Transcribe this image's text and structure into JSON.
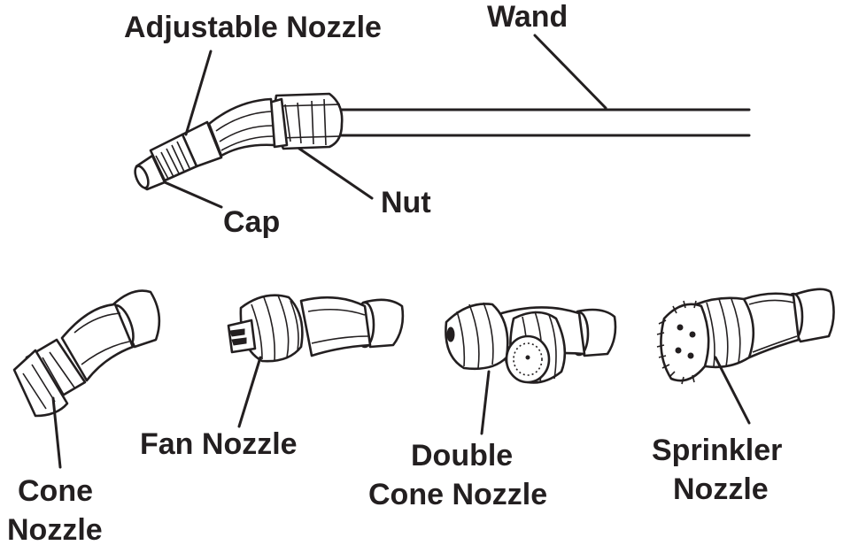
{
  "labels": {
    "adjustable_nozzle": "Adjustable Nozzle",
    "wand": "Wand",
    "cap": "Cap",
    "nut": "Nut",
    "cone_nozzle": [
      "Cone",
      "Nozzle"
    ],
    "fan_nozzle": "Fan Nozzle",
    "double_cone_nozzle": [
      "Double",
      "Cone Nozzle"
    ],
    "sprinkler_nozzle": [
      "Sprinkler",
      "Nozzle"
    ]
  },
  "colors": {
    "ink": "#231f20",
    "background": "#ffffff"
  }
}
